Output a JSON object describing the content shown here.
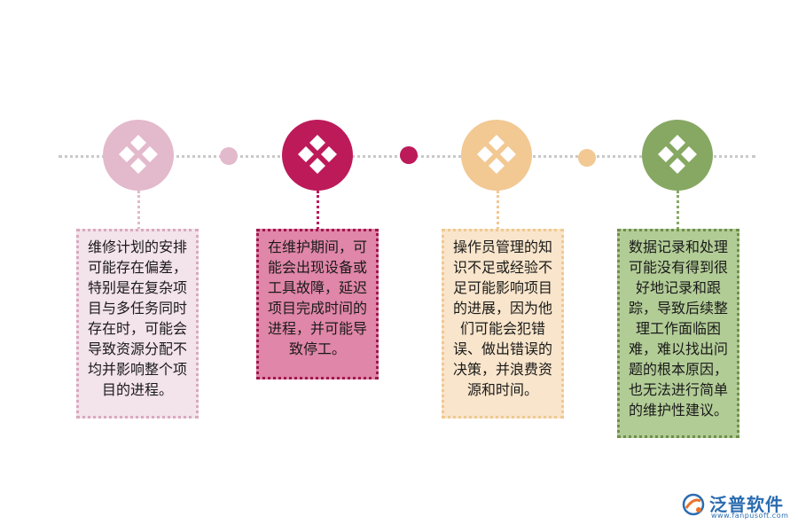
{
  "colors": {
    "timeline": "#c9c9c9",
    "stage1": "#e3b9cc",
    "stage2": "#bd1a5a",
    "stage3": "#f2c893",
    "stage4": "#86a862",
    "card1_bg": "#f3e3ea",
    "card2_bg": "#e086a8",
    "card3_bg": "#f9e5cb",
    "card4_bg": "#b2cc96"
  },
  "stages": [
    {
      "icon": "diamond-cluster-icon",
      "text": "维修计划的安排可能存在偏差，特别是在复杂项目与多任务同时存在时，可能会导致资源分配不均并影响整个项目的进程。"
    },
    {
      "icon": "diamond-cluster-icon",
      "text": "在维护期间，可能会出现设备或工具故障，延迟项目完成时间的进程，并可能导致停工。"
    },
    {
      "icon": "diamond-cluster-icon",
      "text": "操作员管理的知识不足或经验不足可能影响项目的进展，因为他们可能会犯错误、做出错误的决策，并浪费资源和时间。"
    },
    {
      "icon": "diamond-cluster-icon",
      "text": "数据记录和处理可能没有得到很好地记录和跟踪，导致后续整理工作面临困难，难以找出问题的根本原因，也无法进行简单的维护性建议。"
    }
  ],
  "logo": {
    "name": "泛普软件",
    "url": "www.fanpusoft.com"
  }
}
